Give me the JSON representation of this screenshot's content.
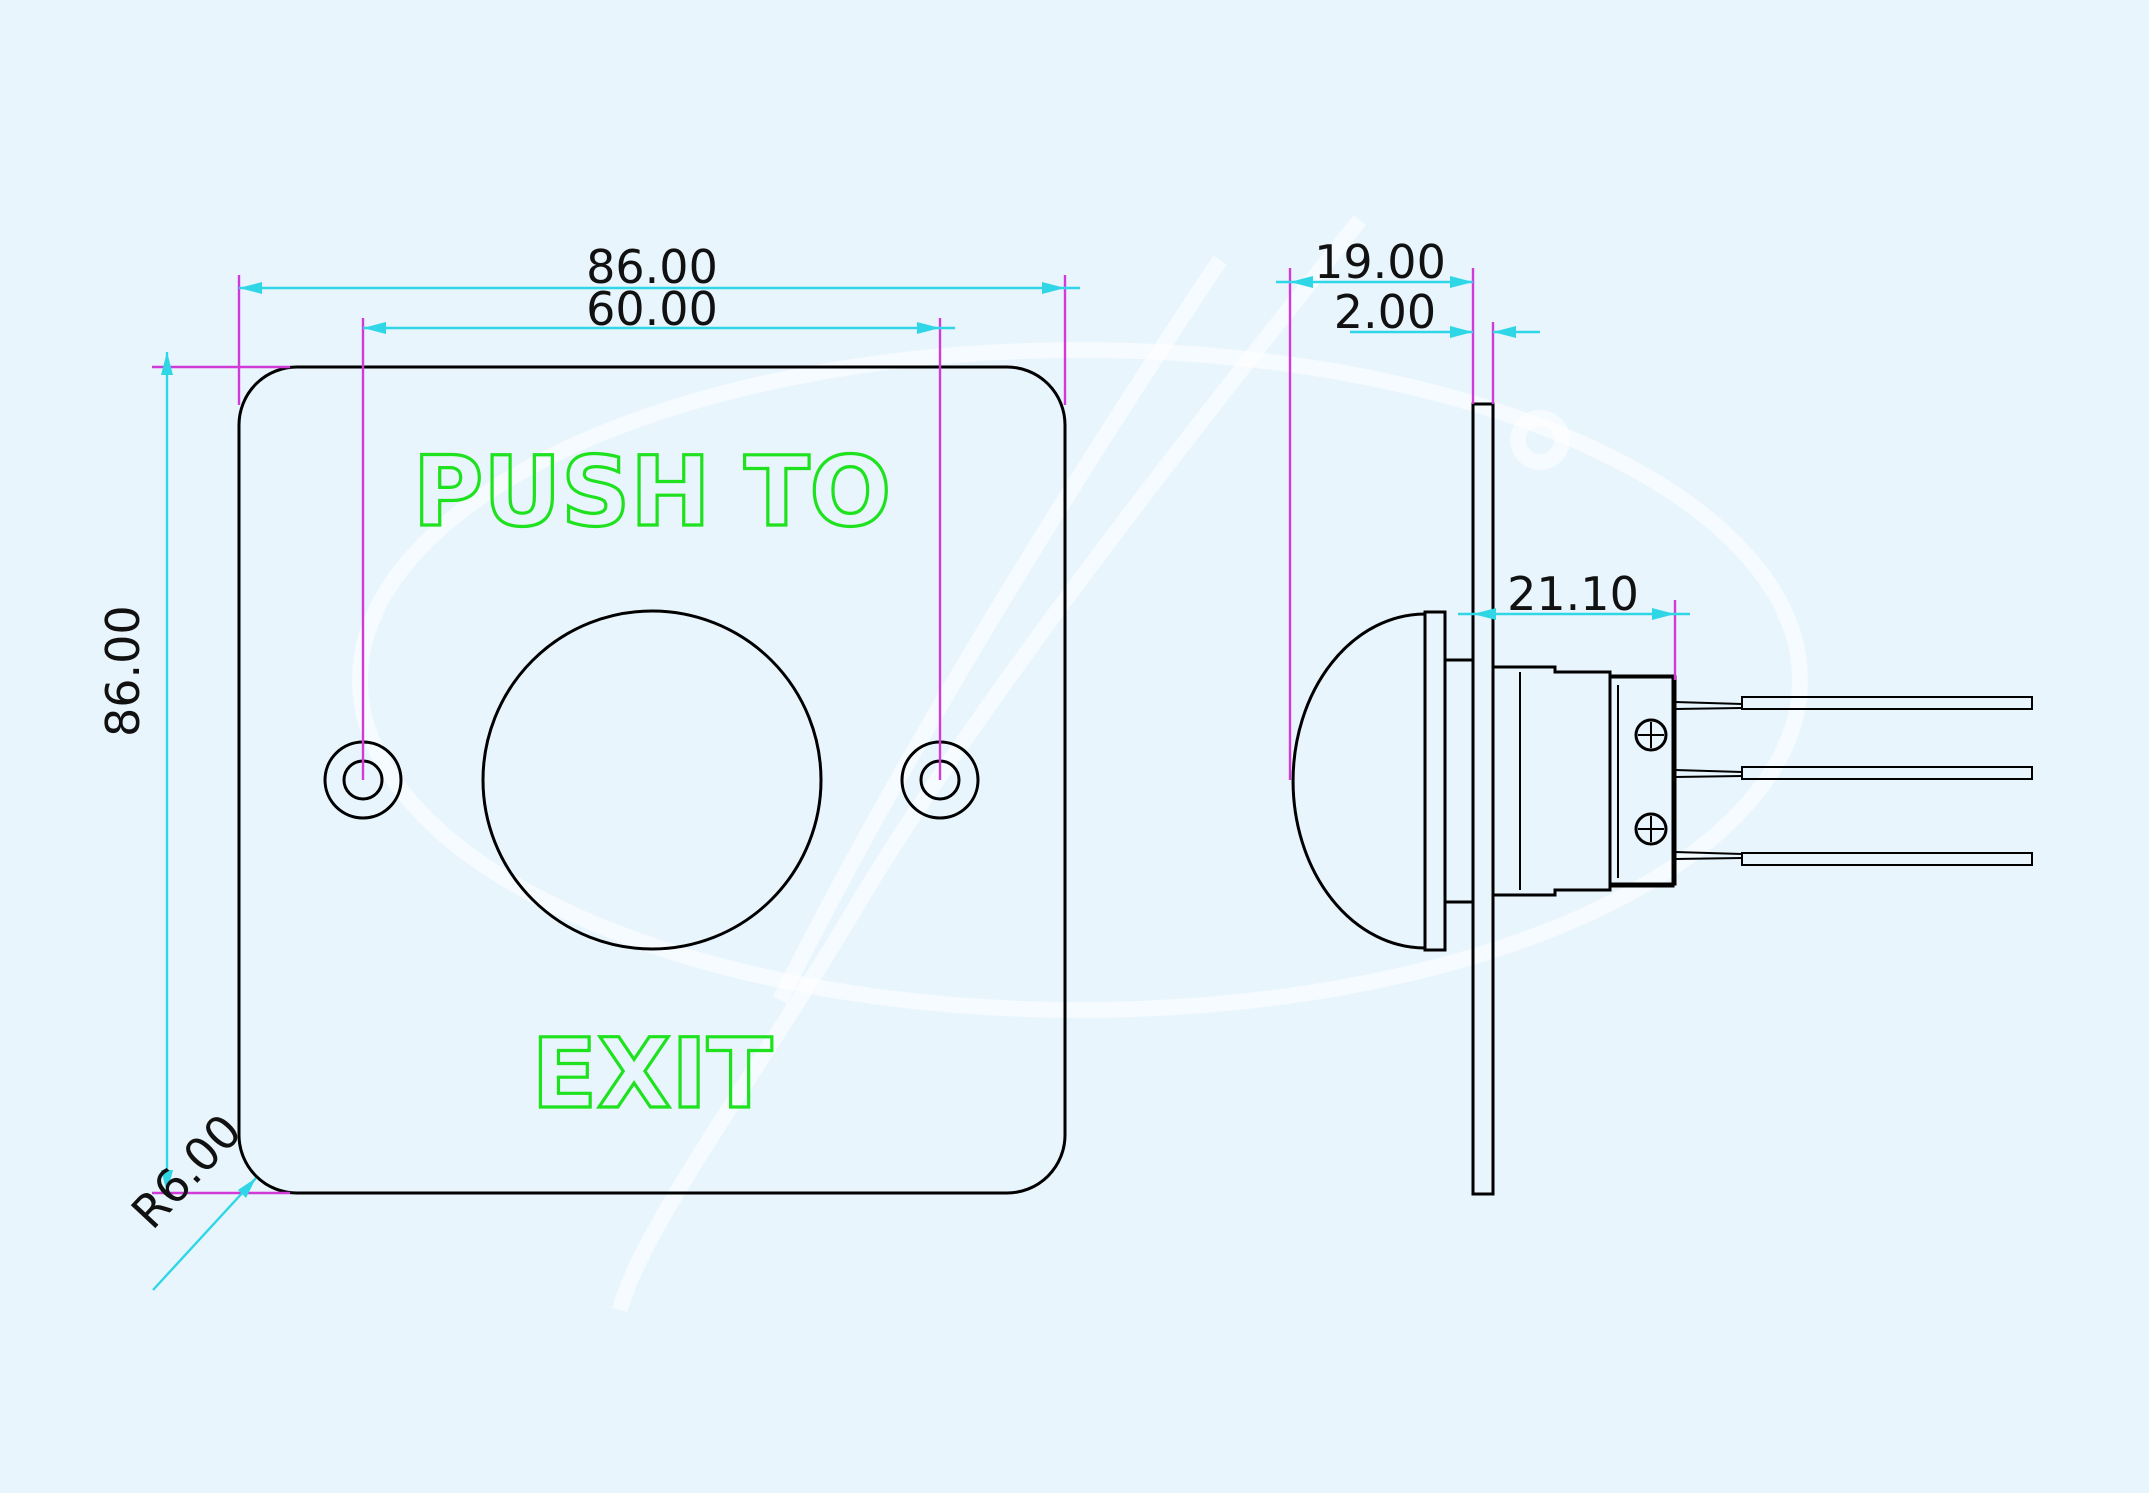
{
  "front_view": {
    "label_top": "PUSH TO",
    "label_bottom": "EXIT"
  },
  "dimensions": {
    "overall_width": "86.00",
    "hole_spacing": "60.00",
    "overall_height": "86.00",
    "corner_radius": "R6.00",
    "side_depth": "19.00",
    "plate_thickness": "2.00",
    "rear_depth": "21.10"
  },
  "colors": {
    "background": "#e8f5fd",
    "outline": "#000000",
    "dimension_line": "#2fd6e6",
    "extension_line": "#d23ad8",
    "label": "#1ee21e"
  }
}
